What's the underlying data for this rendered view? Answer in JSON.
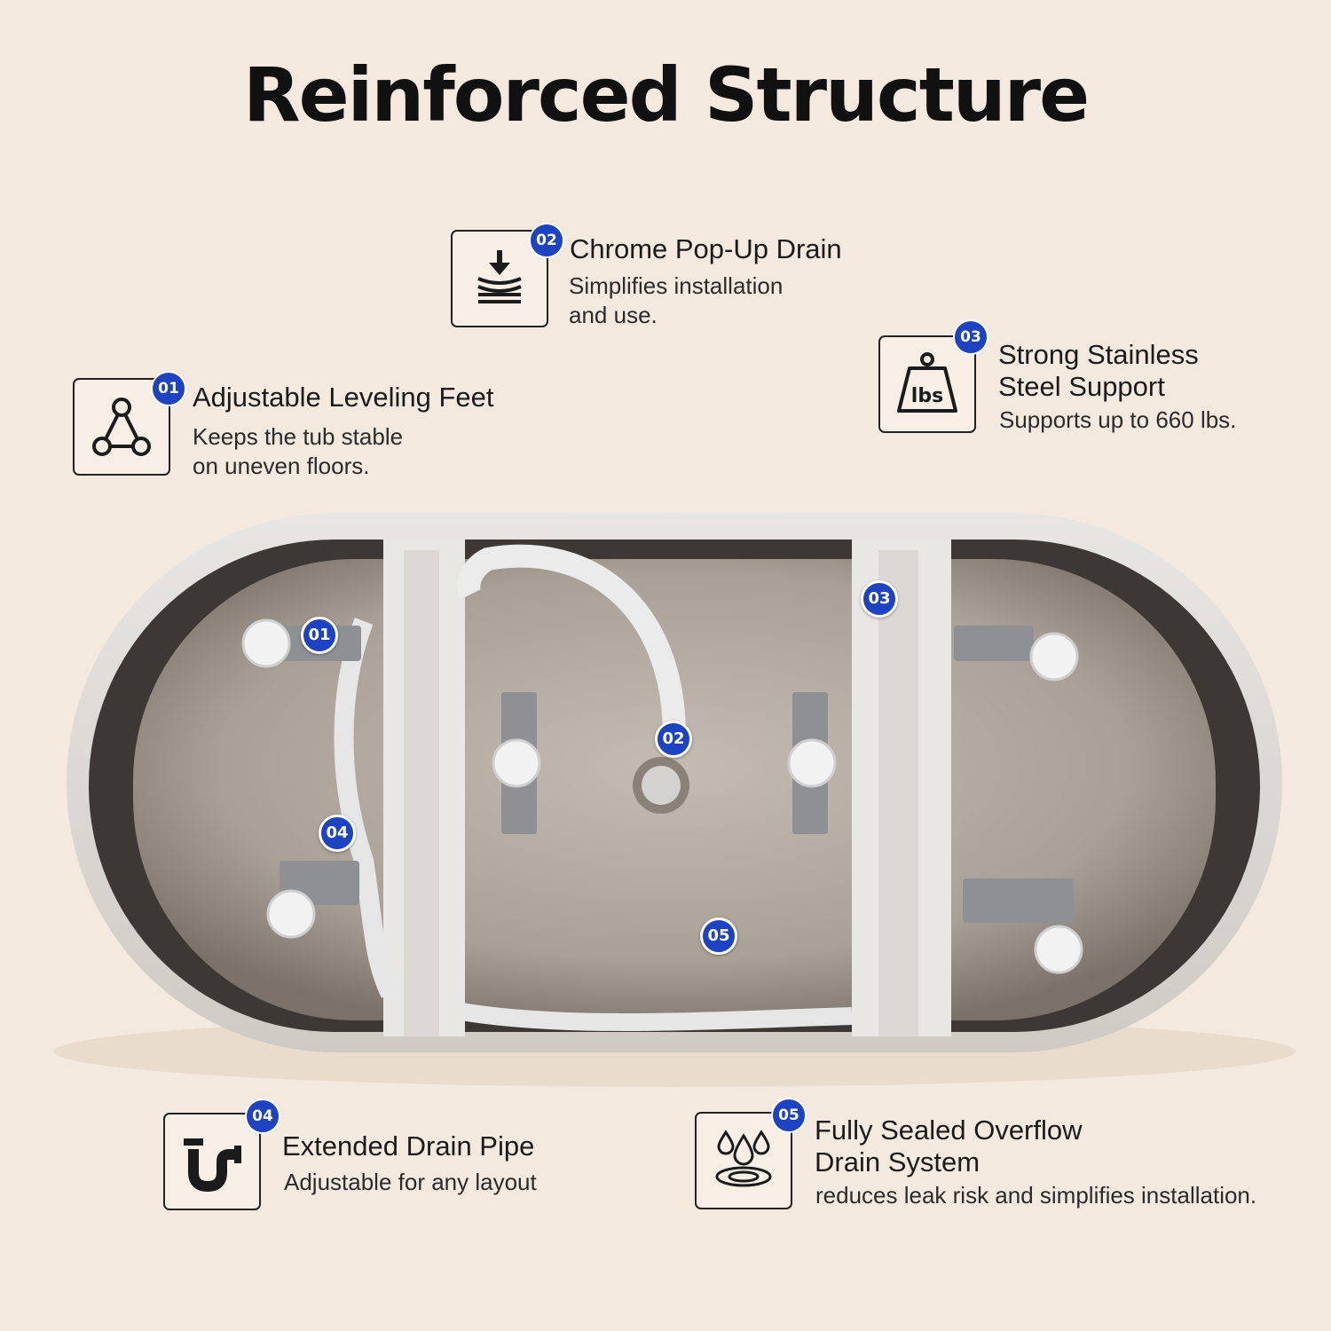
{
  "title": "Reinforced Structure",
  "features": [
    {
      "num": "01",
      "icon": "triangle-nodes-icon",
      "title": "Adjustable Leveling Feet",
      "desc": [
        "Keeps the tub stable",
        "on uneven floors."
      ]
    },
    {
      "num": "02",
      "icon": "pop-up-drain-icon",
      "title": "Chrome Pop-Up Drain",
      "desc": [
        "Simplifies installation",
        "and use."
      ]
    },
    {
      "num": "03",
      "icon": "weight-lbs-icon",
      "title": [
        "Strong Stainless",
        "Steel Support"
      ],
      "desc": [
        "Supports up to 660 lbs."
      ]
    },
    {
      "num": "04",
      "icon": "drain-pipe-icon",
      "title": "Extended Drain Pipe",
      "desc": [
        "Adjustable for any layout"
      ]
    },
    {
      "num": "05",
      "icon": "water-drops-icon",
      "title": [
        "Fully Sealed Overflow",
        "Drain System"
      ],
      "desc": [
        "reduces leak risk and simplifies installation."
      ]
    }
  ],
  "markers": [
    "01",
    "02",
    "03",
    "04",
    "05"
  ],
  "colors": {
    "badge": "#1d43c2",
    "background": "#f3e9de"
  }
}
